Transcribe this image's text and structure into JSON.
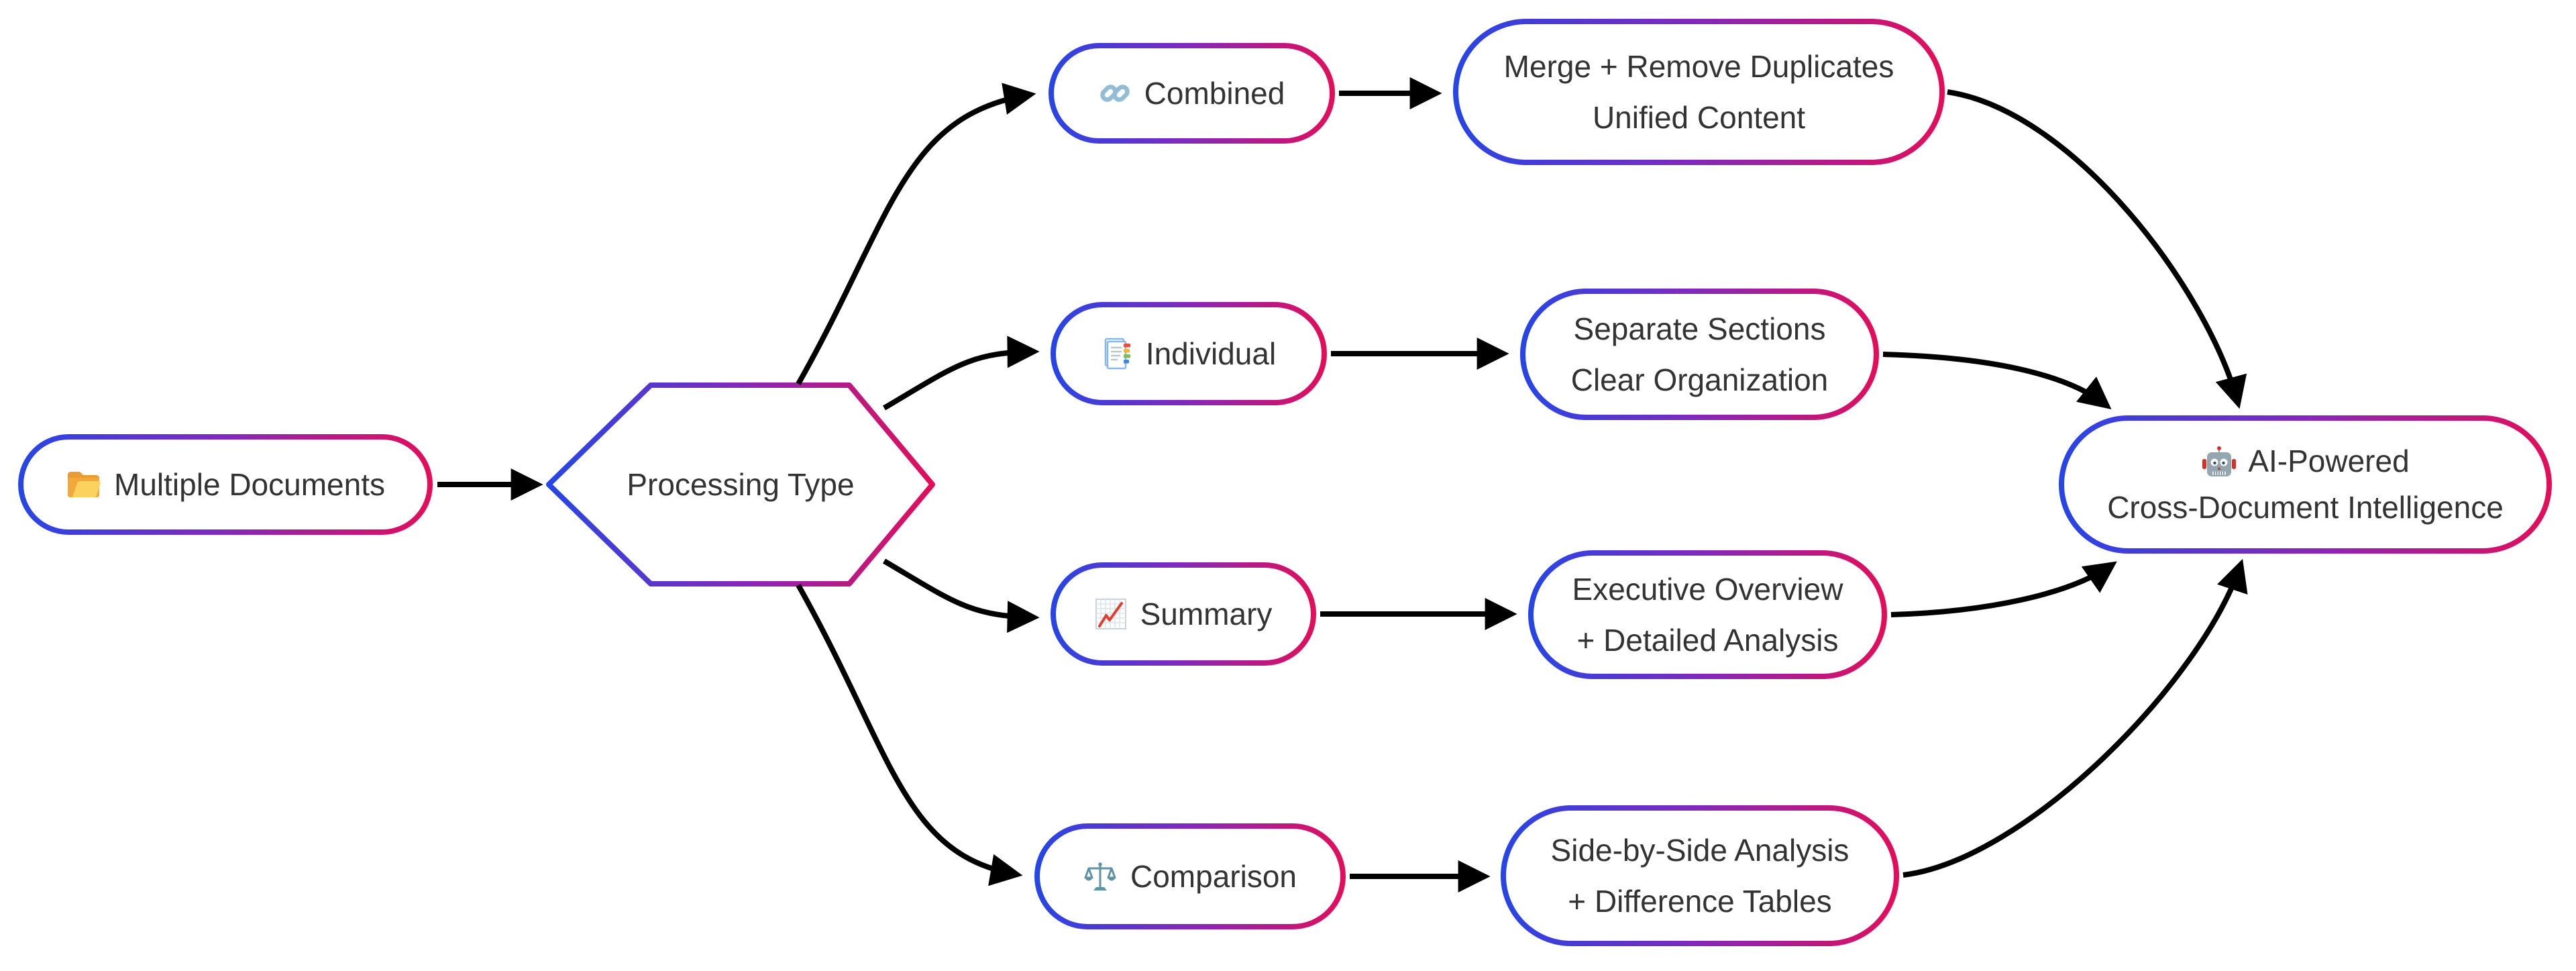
{
  "nodes": {
    "docs": {
      "label": "Multiple Documents",
      "icon": "folder-icon"
    },
    "decision": {
      "label": "Processing Type",
      "shape": "hexagon"
    },
    "combined": {
      "label": "Combined",
      "icon": "link-icon"
    },
    "individual": {
      "label": "Individual",
      "icon": "document-tabs-icon"
    },
    "summary": {
      "label": "Summary",
      "icon": "chart-increasing-icon"
    },
    "comparison": {
      "label": "Comparison",
      "icon": "scales-icon"
    },
    "merge": {
      "line1": "Merge + Remove Duplicates",
      "line2": "Unified Content"
    },
    "separate": {
      "line1": "Separate Sections",
      "line2": "Clear Organization"
    },
    "executive": {
      "line1": "Executive Overview",
      "line2": "+ Detailed Analysis"
    },
    "sidebyside": {
      "line1": "Side-by-Side Analysis",
      "line2": "+ Difference Tables"
    },
    "ai": {
      "line1": "AI-Powered",
      "line2": "Cross-Document Intelligence",
      "icon": "robot-icon"
    }
  },
  "edges": [
    {
      "from": "Multiple Documents",
      "to": "Processing Type"
    },
    {
      "from": "Processing Type",
      "to": "Combined"
    },
    {
      "from": "Processing Type",
      "to": "Individual"
    },
    {
      "from": "Processing Type",
      "to": "Summary"
    },
    {
      "from": "Processing Type",
      "to": "Comparison"
    },
    {
      "from": "Combined",
      "to": "Merge + Remove Duplicates Unified Content"
    },
    {
      "from": "Individual",
      "to": "Separate Sections Clear Organization"
    },
    {
      "from": "Summary",
      "to": "Executive Overview + Detailed Analysis"
    },
    {
      "from": "Comparison",
      "to": "Side-by-Side Analysis + Difference Tables"
    },
    {
      "from": "Merge + Remove Duplicates Unified Content",
      "to": "AI-Powered Cross-Document Intelligence"
    },
    {
      "from": "Separate Sections Clear Organization",
      "to": "AI-Powered Cross-Document Intelligence"
    },
    {
      "from": "Executive Overview + Detailed Analysis",
      "to": "AI-Powered Cross-Document Intelligence"
    },
    {
      "from": "Side-by-Side Analysis + Difference Tables",
      "to": "AI-Powered Cross-Document Intelligence"
    }
  ],
  "colors": {
    "gradient_start": "#2546e6",
    "gradient_mid": "#8428bb",
    "gradient_end": "#e40d59",
    "edge_color": "#000000",
    "text_color": "#333333",
    "node_fill": "#ffffff",
    "canvas_bg": "#ffffff"
  }
}
